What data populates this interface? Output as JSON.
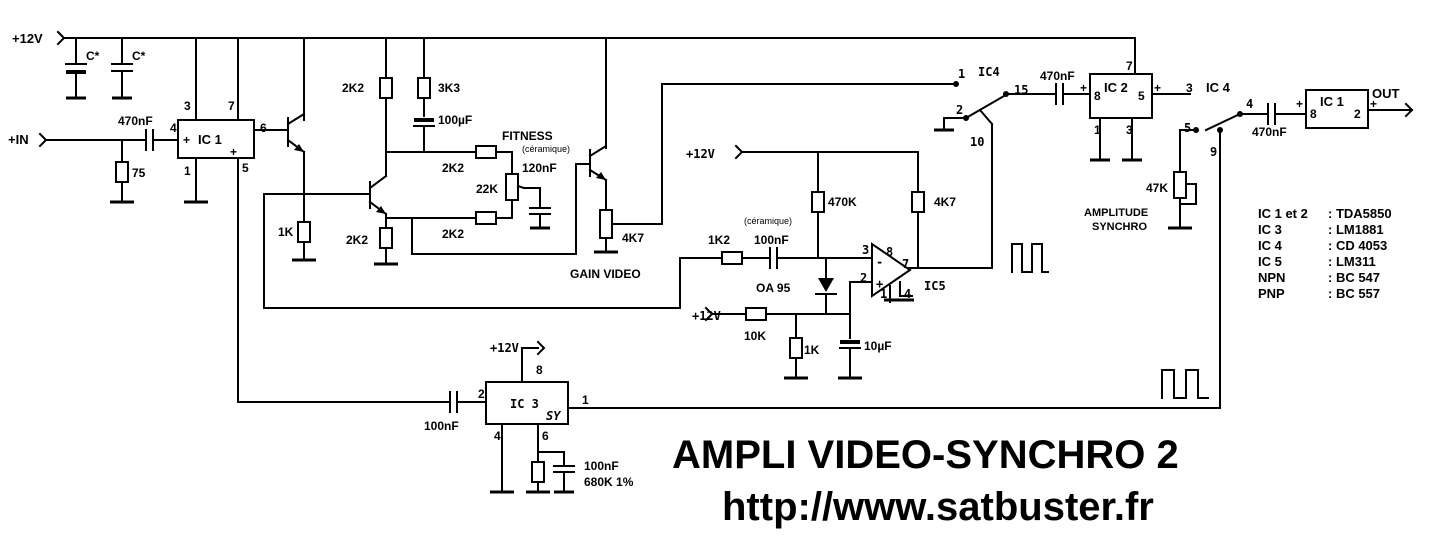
{
  "title": "AMPLI VIDEO-SYNCHRO 2",
  "url": "http://www.satbuster.fr",
  "supply": "+12V",
  "input_label": "+IN",
  "output_label": "OUT",
  "components": {
    "c_star_1": "C*",
    "c_star_2": "C*",
    "c_in": "470nF",
    "r_75": "75",
    "ic1_label": "IC 1",
    "r_1k_a": "1K",
    "r_2k2_a": "2K2",
    "r_3k3": "3K3",
    "c_100uf": "100µF",
    "r_2k2_b": "2K2",
    "r_2k2_c": "2K2",
    "r_2k2_d": "2K2",
    "r_22k": "22K",
    "fitness": "FITNESS",
    "ceramique": "(céramique)",
    "c_120nf": "120nF",
    "r_4k7_gain": "4K7",
    "gain_video": "GAIN VIDEO",
    "r_1k2": "1K2",
    "c_100nf_cer": "100nF",
    "r_470k": "470K",
    "r_4k7_b": "4K7",
    "diode": "OA 95",
    "r_10k": "10K",
    "r_1k_b": "1K",
    "c_10uf": "10µF",
    "ic5_label": "IC5",
    "ic4_label_a": "IC4",
    "ic4_label_b": "IC 4",
    "c_470nf_b": "470nF",
    "ic2_label": "IC 2",
    "r_47k": "47K",
    "amplitude": "AMPLITUDE",
    "synchro": "SYNCHRO",
    "c_470nf_c": "470nF",
    "ic1b_label": "IC 1",
    "ic3_label": "IC 3",
    "sy_label": "SY",
    "c_100nf_ic3": "100nF",
    "c_100nf_b": "100nF",
    "r_680k": "680K 1%"
  },
  "pins": {
    "ic1_4": "4",
    "ic1_3": "3",
    "ic1_7": "7",
    "ic1_6": "6",
    "ic1_1": "1",
    "ic1_5": "5",
    "ic4_1": "1",
    "ic4_2": "2",
    "ic4_15": "15",
    "ic4_10": "10",
    "ic2_7": "7",
    "ic2_8": "8",
    "ic2_5": "5",
    "ic2_3": "3",
    "ic2_1": "1",
    "ic2_3b": "3",
    "ic4b_5": "5",
    "ic4b_4": "4",
    "ic4b_9": "9",
    "ic1b_8": "8",
    "ic1b_2": "2",
    "ic5_3": "3",
    "ic5_8": "8",
    "ic5_7": "7",
    "ic5_2": "2",
    "ic5_1": "1",
    "ic5_4": "4",
    "ic3_8": "8",
    "ic3_2": "2",
    "ic3_1": "1",
    "ic3_4": "4",
    "ic3_6": "6"
  },
  "parts_table": [
    {
      "ref": "IC 1 et 2",
      "value": ": TDA5850"
    },
    {
      "ref": "IC 3",
      "value": ": LM1881"
    },
    {
      "ref": "IC 4",
      "value": ": CD 4053"
    },
    {
      "ref": "IC 5",
      "value": ": LM311"
    },
    {
      "ref": "NPN",
      "value": ": BC 547"
    },
    {
      "ref": "PNP",
      "value": ": BC 557"
    }
  ]
}
